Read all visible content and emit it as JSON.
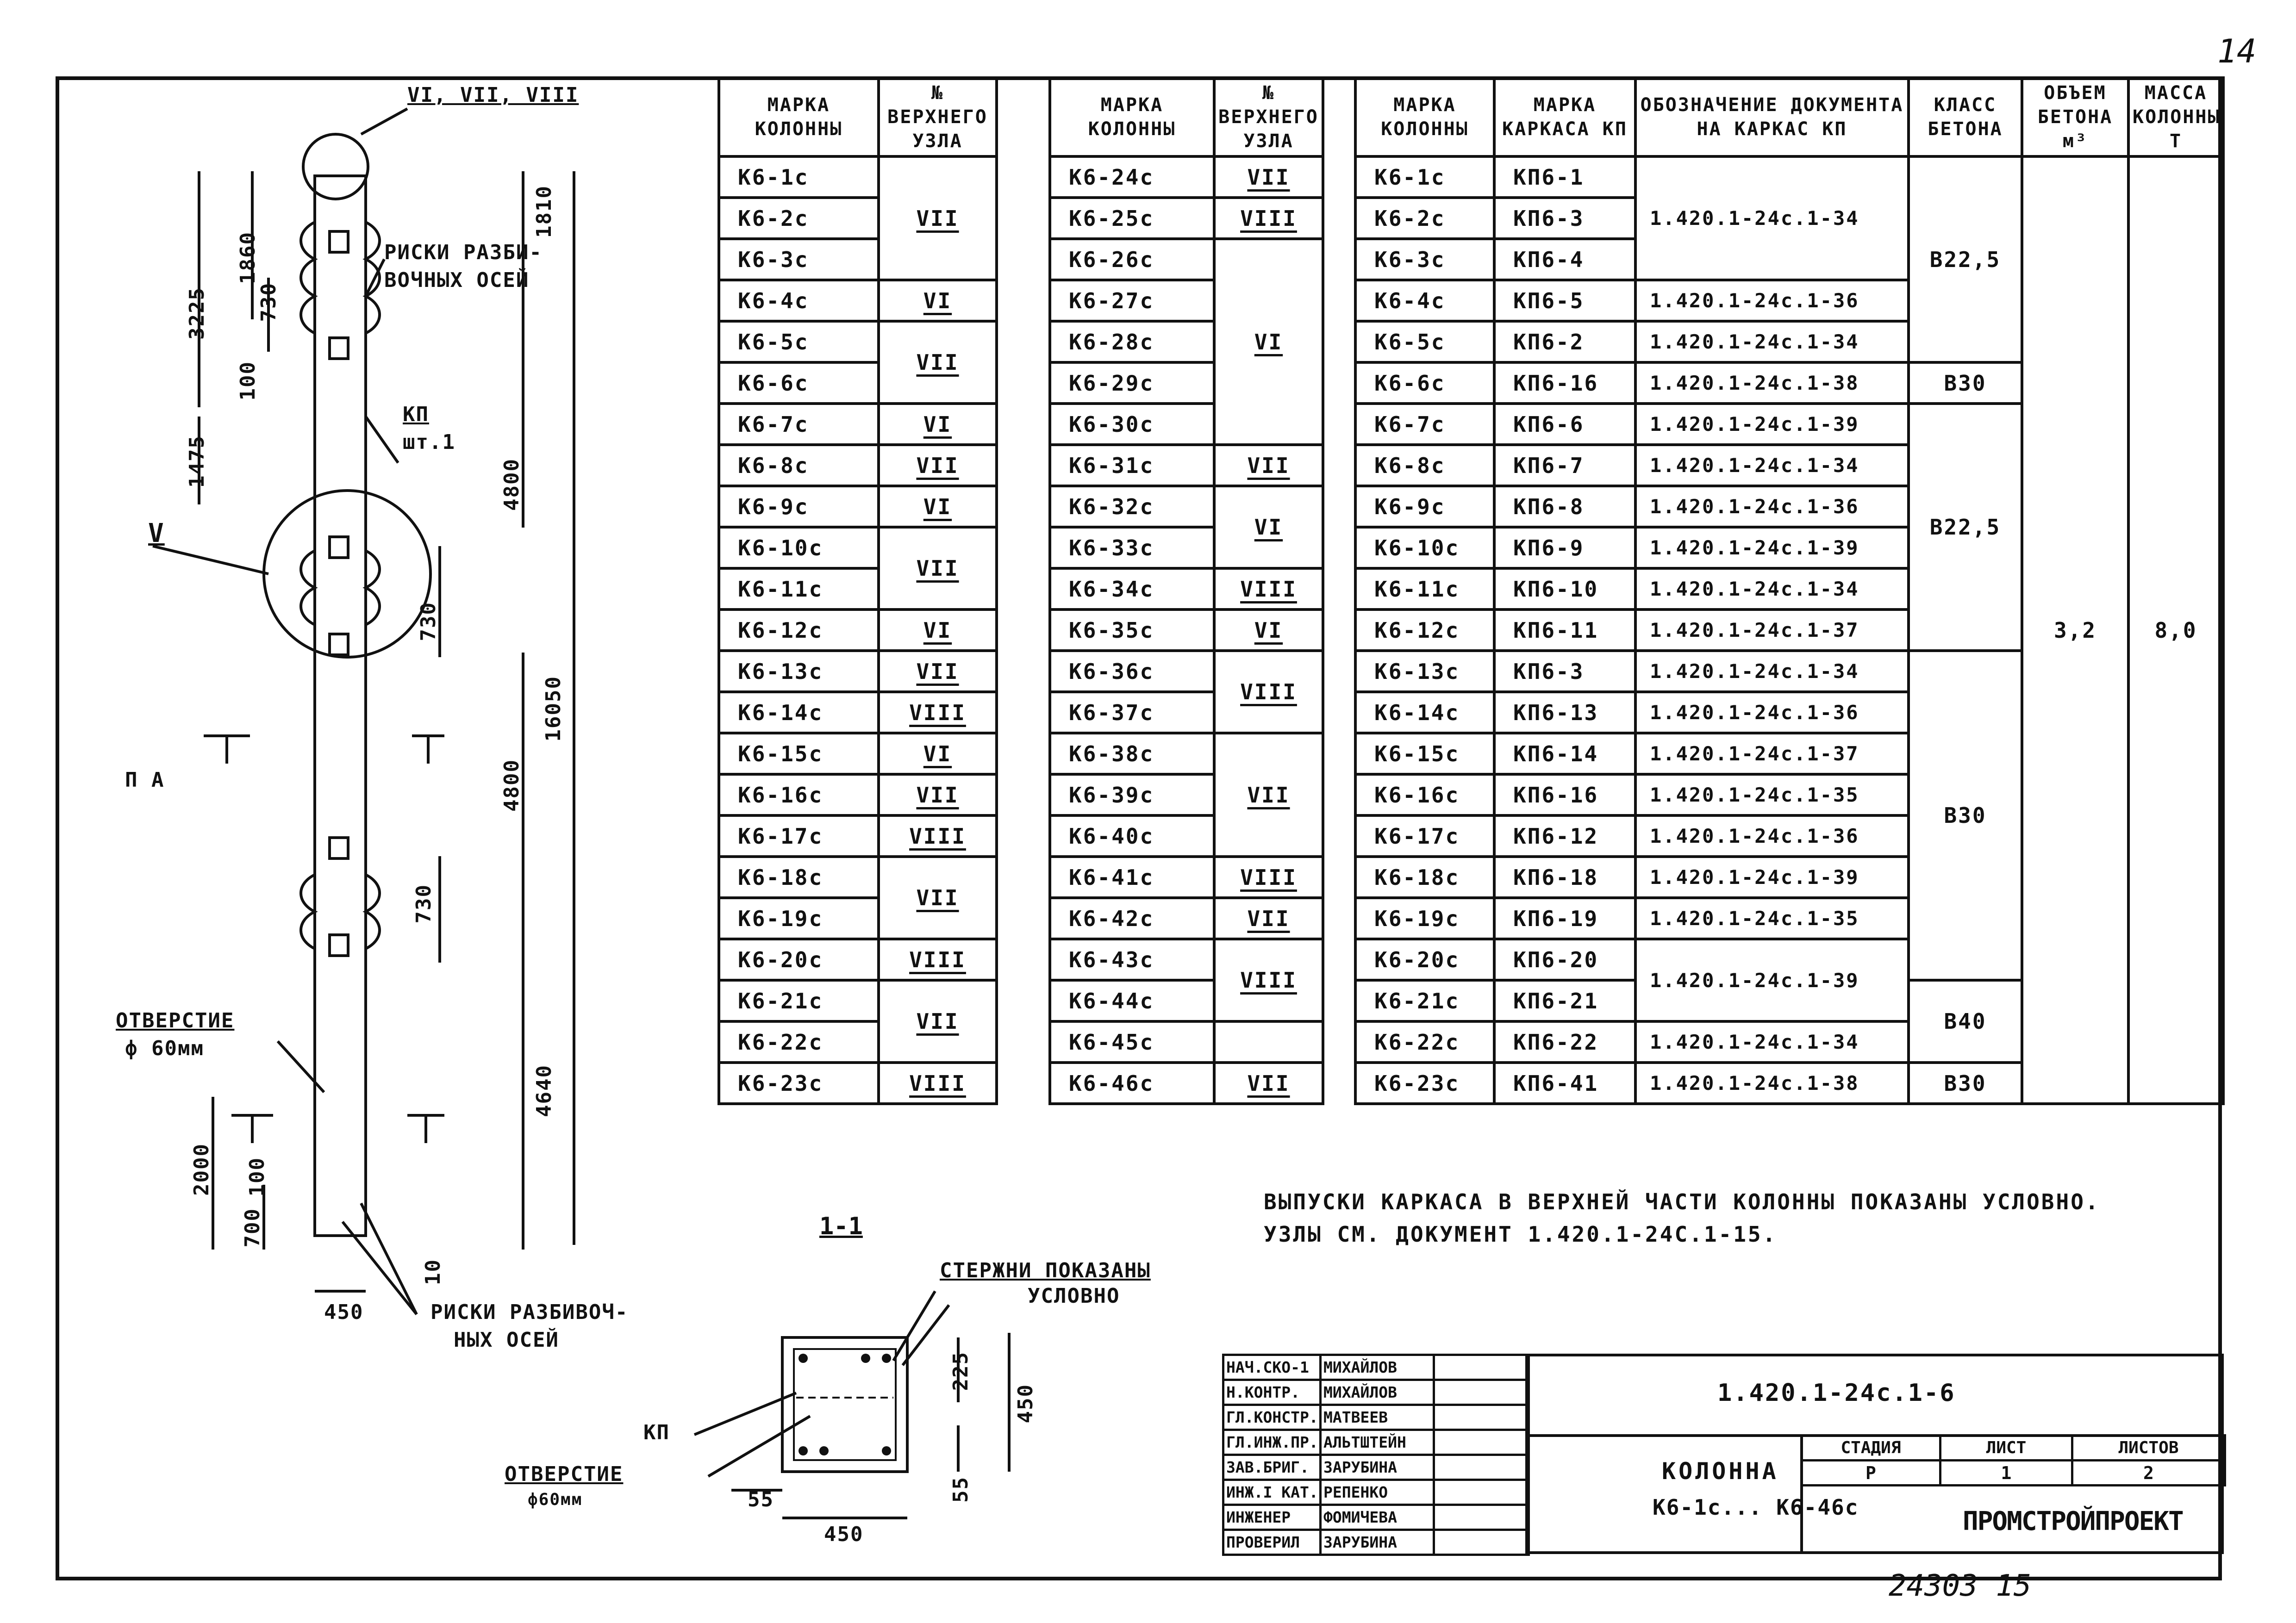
{
  "page_number": "14",
  "inventory_number": "24303 15",
  "tables": {
    "left": {
      "headers": [
        "МАРКА КОЛОННЫ",
        "№ ВЕРХНЕГО УЗЛА"
      ],
      "marks": [
        "К6-1с",
        "К6-2с",
        "К6-3с",
        "К6-4с",
        "К6-5с",
        "К6-6с",
        "К6-7с",
        "К6-8с",
        "К6-9с",
        "К6-10с",
        "К6-11с",
        "К6-12с",
        "К6-13с",
        "К6-14с",
        "К6-15с",
        "К6-16с",
        "К6-17с",
        "К6-18с",
        "К6-19с",
        "К6-20с",
        "К6-21с",
        "К6-22с",
        "К6-23с"
      ]
    },
    "middle": {
      "headers": [
        "МАРКА КОЛОННЫ",
        "№ ВЕРХНЕГО УЗЛА"
      ],
      "marks": [
        "К6-24с",
        "К6-25с",
        "К6-26с",
        "К6-27с",
        "К6-28с",
        "К6-29с",
        "К6-30с",
        "К6-31с",
        "К6-32с",
        "К6-33с",
        "К6-34с",
        "К6-35с",
        "К6-36с",
        "К6-37с",
        "К6-38с",
        "К6-39с",
        "К6-40с",
        "К6-41с",
        "К6-42с",
        "К6-43с",
        "К6-44с",
        "К6-45с",
        "К6-46с"
      ]
    },
    "right": {
      "headers": [
        "МАРКА КОЛОННЫ",
        "МАРКА КАРКАСА КП",
        "ОБОЗНАЧЕНИЕ ДОКУМЕНТА НА КАРКАС КП",
        "КЛАСС БЕТОНА",
        "ОБЪЕМ БЕТОНА м³",
        "МАССА КОЛОННЫ Т"
      ],
      "marks": [
        "К6-1с",
        "К6-2с",
        "К6-3с",
        "К6-4с",
        "К6-5с",
        "К6-6с",
        "К6-7с",
        "К6-8с",
        "К6-9с",
        "К6-10с",
        "К6-11с",
        "К6-12с",
        "К6-13с",
        "К6-14с",
        "К6-15с",
        "К6-16с",
        "К6-17с",
        "К6-18с",
        "К6-19с",
        "К6-20с",
        "К6-21с",
        "К6-22с",
        "К6-23с"
      ],
      "frames": [
        "КП6-1",
        "КП6-3",
        "КП6-4",
        "КП6-5",
        "КП6-2",
        "КП6-16",
        "КП6-6",
        "КП6-7",
        "КП6-8",
        "КП6-9",
        "КП6-10",
        "КП6-11",
        "КП6-3",
        "КП6-13",
        "КП6-14",
        "КП6-16",
        "КП6-12",
        "КП6-18",
        "КП6-19",
        "КП6-20",
        "КП6-21",
        "КП6-22",
        "КП6-41"
      ],
      "docs_group_1": "1.420.1-24с.1-34",
      "docs": [
        "1.420.1-24с.1-36",
        "1.420.1-24с.1-34",
        "1.420.1-24с.1-38",
        "1.420.1-24с.1-39",
        "1.420.1-24с.1-34",
        "1.420.1-24с.1-36",
        "1.420.1-24с.1-39",
        "1.420.1-24с.1-34",
        "1.420.1-24с.1-37",
        "1.420.1-24с.1-34",
        "1.420.1-24с.1-36",
        "1.420.1-24с.1-37",
        "1.420.1-24с.1-35",
        "1.420.1-24с.1-36",
        "1.420.1-24с.1-39",
        "1.420.1-24с.1-35"
      ],
      "docs_group_2": "1.420.1-24с.1-39",
      "docs_22": "1.420.1-24с.1-34",
      "docs_23": "1.420.1-24с.1-38",
      "concrete": {
        "b225": "В22,5",
        "b30": "В30",
        "b40": "В40"
      },
      "volume": "3,2",
      "mass": "8,0"
    }
  },
  "upper_nodes": {
    "VI": "VI",
    "VII": "VII",
    "VIII": "VIII"
  },
  "notes": [
    "ВЫПУСКИ КАРКАСА В ВЕРХНЕЙ ЧАСТИ КОЛОННЫ ПОКАЗАНЫ УСЛОВНО.",
    "УЗЛЫ СМ. ДОКУМЕНТ 1.420.1-24С.1-15."
  ],
  "drawing": {
    "node_marks": "VI, VII, VIII",
    "node_v": "V",
    "risks_top": [
      "РИСКИ РАЗБИ-",
      "ВОЧНЫХ ОСЕЙ"
    ],
    "kp": "КП",
    "kp_count": "шт.1",
    "pa": "П А",
    "hole": [
      "ОТВЕРСТИЕ",
      "ф 60мм"
    ],
    "risks_bottom": [
      "РИСКИ РАЗБИВОЧ-",
      "НЫХ ОСЕЙ"
    ],
    "dims": [
      "3225",
      "1860",
      "1810",
      "730",
      "100",
      "1475",
      "4800",
      "730",
      "16050",
      "4800",
      "730",
      "4640",
      "2000",
      "100",
      "700",
      "10",
      "450"
    ],
    "section_title": "1-1",
    "rods_note": [
      "СТЕРЖНИ ПОКАЗАНЫ",
      "УСЛОВНО"
    ],
    "section_kp": "КП",
    "section_hole": [
      "ОТВЕРСТИЕ",
      "ф60мм"
    ],
    "section_dims": [
      "225",
      "450",
      "55",
      "55",
      "450"
    ]
  },
  "title_block": {
    "roles": [
      "НАЧ.СКО-1",
      "Н.КОНТР.",
      "ГЛ.КОНСТР.",
      "ГЛ.ИНЖ.ПР.",
      "ЗАВ.БРИГ.",
      "ИНЖ.I КАТ.",
      "ИНЖЕНЕР",
      "ПРОВЕРИЛ"
    ],
    "names": [
      "МИХАЙЛОВ",
      "МИХАЙЛОВ",
      "МАТВЕЕВ",
      "АЛЬТШТЕЙН",
      "ЗАРУБИНА",
      "РЕПЕНКО",
      "ФОМИЧЕВА",
      "ЗАРУБИНА"
    ],
    "document_code": "1.420.1-24с.1-6",
    "title_line1": "КОЛОННА",
    "title_line2": "К6-1с... К6-46с",
    "stage_label": "СТАДИЯ",
    "sheet_label": "ЛИСТ",
    "sheets_label": "ЛИСТОВ",
    "stage": "Р",
    "sheet": "1",
    "sheets": "2",
    "organization": "ПРОМСТРОЙПРОЕКТ"
  }
}
